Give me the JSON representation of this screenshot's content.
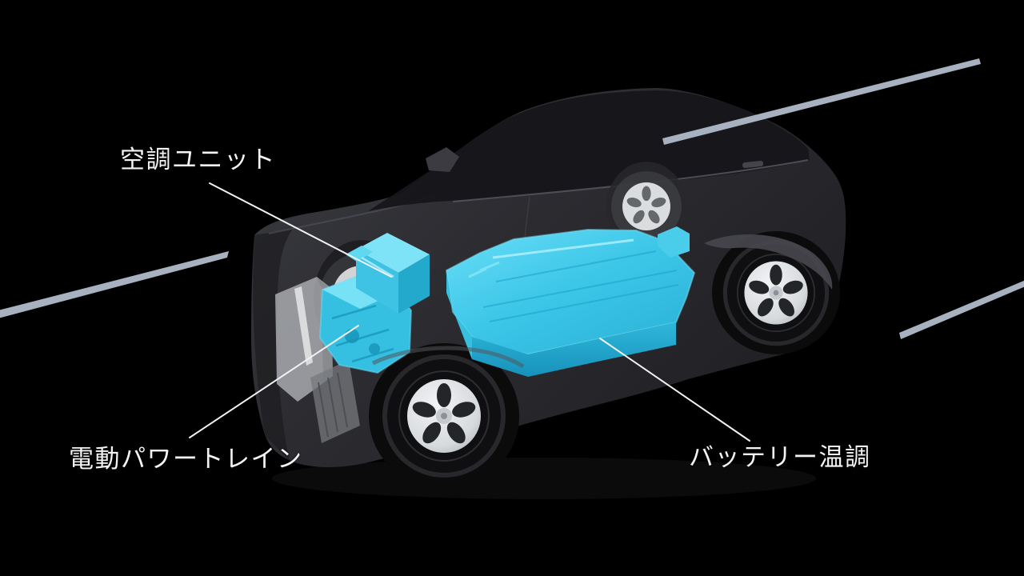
{
  "scene": {
    "description": "Cutaway 3D illustration of an electric SUV on black background with highlighted thermal components",
    "background_color": "#000000",
    "accent_color": "#3fc9e8",
    "streak_color": "#a7b1c0",
    "label_color": "#f3f3f3"
  },
  "annotations": {
    "ac_unit": {
      "label": "空調ユニット"
    },
    "powertrain": {
      "label": "電動パワートレイン"
    },
    "battery": {
      "label": "バッテリー温調"
    }
  }
}
